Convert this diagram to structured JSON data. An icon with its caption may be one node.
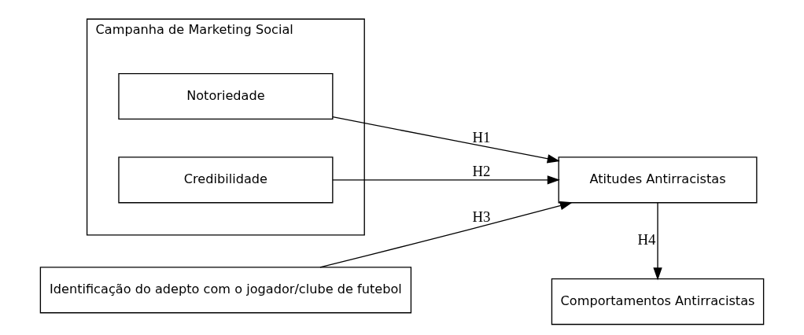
{
  "diagram": {
    "nodes": [
      {
        "text": [
          "Campanha de Marketing Social"
        ]
      },
      {
        "text": [
          "Notoriedade"
        ],
        "in": 0
      },
      {
        "text": [
          "Credibilidade"
        ],
        "in": 0
      },
      {
        "text": [
          "Identificação do adepto com o jogador/clube de futebol"
        ]
      },
      {
        "text": [
          "Atitudes Antirracistas"
        ]
      },
      {
        "text": [
          "Comportamentos Antirracistas"
        ]
      }
    ],
    "edges": [
      {
        "from": 1,
        "to": 4,
        "arrow": "to",
        "label": "H1"
      },
      {
        "from": 2,
        "to": 4,
        "arrow": "to",
        "label": "H2"
      },
      {
        "from": 3,
        "to": 4,
        "arrow": "to",
        "label": "H3"
      },
      {
        "from": 4,
        "to": 5,
        "arrow": "to",
        "label": "H4"
      }
    ]
  }
}
